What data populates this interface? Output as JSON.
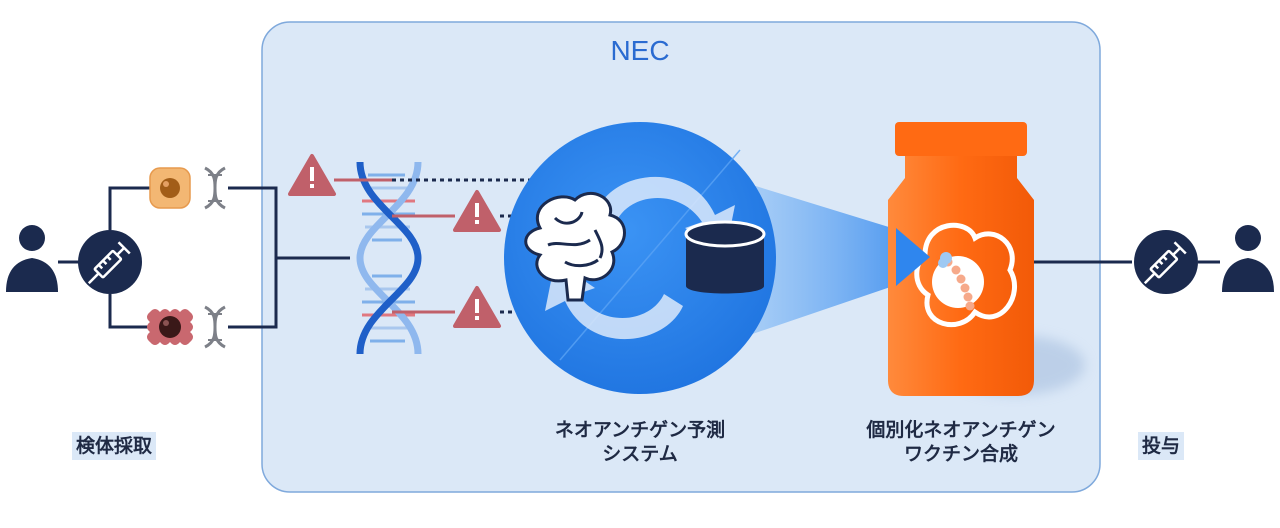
{
  "org_label": "NEC",
  "labels": {
    "specimen": "検体採取",
    "administration": "投与",
    "prediction_system": [
      "ネオアンチゲン予測",
      "システム"
    ],
    "vaccine": [
      "個別化ネオアンチゲン",
      "ワクチン合成"
    ]
  },
  "icons": {
    "patient_left": "person-icon",
    "patient_right": "person-icon",
    "syringe_left": "syringe-icon",
    "syringe_right": "syringe-icon",
    "cell_normal": "normal-cell-icon",
    "cell_tumor": "tumor-cell-icon",
    "dna_small": "dna-icon",
    "dna_large": "dna-helix-icon",
    "warning": "warning-icon",
    "brain": "brain-icon",
    "database": "database-icon",
    "cycle": "cycle-arrows-icon",
    "vial": "vaccine-vial-icon"
  },
  "colors": {
    "panel_bg": "#dbe8f7",
    "panel_border": "#7fa9dc",
    "navy": "#1b2a4e",
    "system_blue": "#2f86ee",
    "vial_orange": "#ff6a13",
    "warning_red": "#c0606a",
    "nec_blue": "#2a6bd1"
  }
}
